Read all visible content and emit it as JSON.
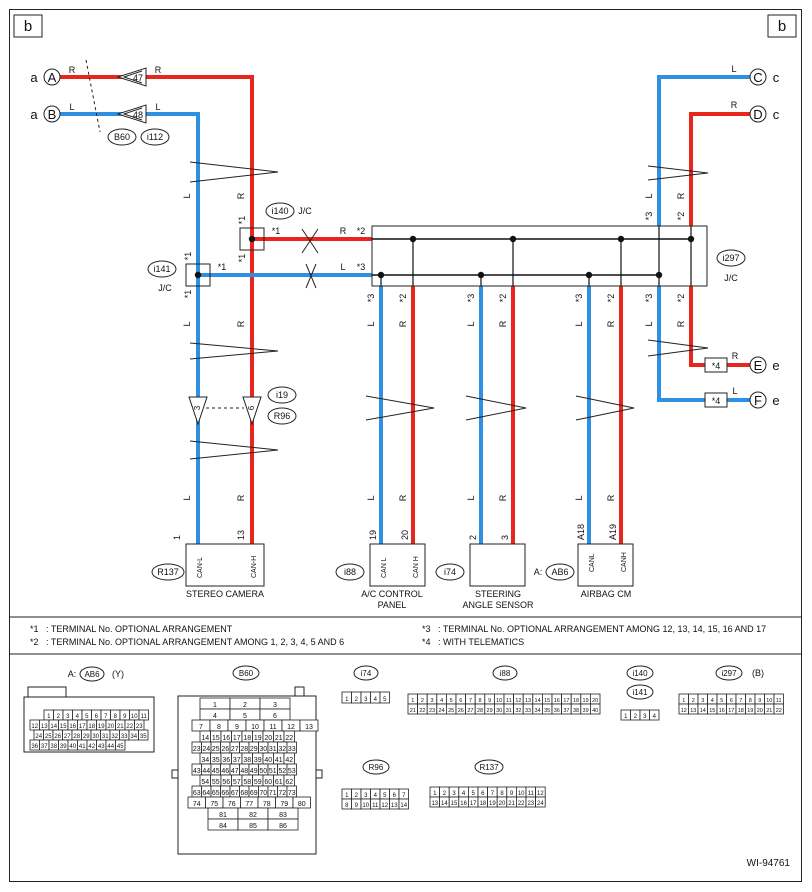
{
  "page_marker": "b",
  "figure_id": "WI-94761",
  "terminals_left": [
    {
      "side": "a",
      "letter": "A",
      "color": "R",
      "pin": "47"
    },
    {
      "side": "a",
      "letter": "B",
      "color": "L",
      "pin": "48"
    }
  ],
  "terminals_right": [
    {
      "side": "c",
      "letter": "C",
      "color": "L"
    },
    {
      "side": "c",
      "letter": "D",
      "color": "R"
    },
    {
      "side": "e",
      "letter": "E",
      "color": "R",
      "note": "*4"
    },
    {
      "side": "e",
      "letter": "F",
      "color": "L",
      "note": "*4"
    }
  ],
  "connectors_top": {
    "c1": "B60",
    "c2": "i112"
  },
  "jc": {
    "i140": "i140",
    "i141": "i141",
    "i297": "i297",
    "jc_label": "J/C",
    "star1": "*1",
    "star2": "*2",
    "star3": "*3",
    "star4": "*4"
  },
  "wire_labels": {
    "red": "R",
    "blue": "L"
  },
  "i19": {
    "id": "i19",
    "id2": "R96",
    "pin_l": "3",
    "pin_r": "6"
  },
  "stereo_camera": {
    "conn": "R137",
    "pin_l": "1",
    "pin_r": "13",
    "t1": "CAN-L",
    "t2": "CAN-H",
    "name": "STEREO CAMERA"
  },
  "ac_panel": {
    "conn": "i88",
    "pin_l": "19",
    "pin_r": "20",
    "t1": "CAN L",
    "t2": "CAN H",
    "name1": "A/C CONTROL",
    "name2": "PANEL"
  },
  "steering": {
    "conn": "i74",
    "pin_l": "2",
    "pin_r": "3",
    "name1": "STEERING",
    "name2": "ANGLE SENSOR"
  },
  "airbag": {
    "prefix": "A:",
    "conn": "AB6",
    "pin_l": "A18",
    "pin_r": "A19",
    "t1": "CANL",
    "t2": "CANH",
    "name": "AIRBAG CM"
  },
  "notes": [
    {
      "mark": "*1",
      "text": ": TERMINAL No. OPTIONAL ARRANGEMENT"
    },
    {
      "mark": "*2",
      "text": ": TERMINAL No. OPTIONAL ARRANGEMENT AMONG 1, 2, 3, 4, 5 AND 6"
    },
    {
      "mark": "*3",
      "text": ": TERMINAL No. OPTIONAL ARRANGEMENT AMONG 12, 13, 14, 15, 16 AND 17"
    },
    {
      "mark": "*4",
      "text": ": WITH TELEMATICS"
    }
  ],
  "connector_faces": {
    "ab6_prefix": "A:",
    "ab6": "AB6",
    "ab6_color": "(Y)",
    "ab6_rows": [
      [
        "1",
        "2",
        "3",
        "4",
        "5",
        "6",
        "7",
        "8",
        "9",
        "10",
        "11"
      ],
      [
        "12",
        "13",
        "14",
        "15",
        "16",
        "17",
        "18",
        "19",
        "20",
        "21",
        "22",
        "23"
      ],
      [
        "24",
        "25",
        "26",
        "27",
        "28",
        "29",
        "30",
        "31",
        "32",
        "33",
        "34",
        "35"
      ],
      [
        "36",
        "37",
        "38",
        "39",
        "40",
        "41",
        "42",
        "43",
        "44",
        "45"
      ]
    ],
    "b60": "B60",
    "b60_rows": [
      [
        "1",
        "2",
        "3"
      ],
      [
        "4",
        "5",
        "6"
      ],
      [
        "7",
        "8",
        "9",
        "10",
        "11",
        "12",
        "13"
      ],
      [
        "14",
        "15",
        "16",
        "17",
        "18",
        "19",
        "20",
        "21",
        "22"
      ],
      [
        "23",
        "24",
        "25",
        "26",
        "27",
        "28",
        "29",
        "30",
        "31",
        "32",
        "33"
      ],
      [
        "34",
        "35",
        "36",
        "37",
        "38",
        "39",
        "40",
        "41",
        "42"
      ],
      [
        "43",
        "44",
        "45",
        "46",
        "47",
        "48",
        "49",
        "50",
        "51",
        "52",
        "53"
      ],
      [
        "54",
        "55",
        "56",
        "57",
        "58",
        "59",
        "60",
        "61",
        "62"
      ],
      [
        "63",
        "64",
        "65",
        "66",
        "67",
        "68",
        "69",
        "70",
        "71",
        "72",
        "73"
      ],
      [
        "74",
        "75",
        "76",
        "77",
        "78",
        "79",
        "80"
      ],
      [
        "81",
        "82",
        "83"
      ],
      [
        "84",
        "85",
        "86"
      ]
    ],
    "i74": "i74",
    "i74_rows": [
      [
        "1",
        "2",
        "3",
        "4",
        "5"
      ]
    ],
    "i88": "i88",
    "i88_rows": [
      [
        "1",
        "2",
        "3",
        "4",
        "5",
        "6",
        "7",
        "8",
        "9",
        "10",
        "11",
        "12",
        "13",
        "14",
        "15",
        "16",
        "17",
        "18",
        "19",
        "20"
      ],
      [
        "21",
        "22",
        "23",
        "24",
        "25",
        "26",
        "27",
        "28",
        "29",
        "30",
        "31",
        "32",
        "33",
        "34",
        "35",
        "36",
        "37",
        "38",
        "39",
        "40"
      ]
    ],
    "i140": "i140",
    "i141": "i141",
    "i140_rows": [
      [
        "1",
        "2",
        "3",
        "4"
      ]
    ],
    "i297": "i297",
    "i297_color": "(B)",
    "i297_rows": [
      [
        "1",
        "2",
        "3",
        "4",
        "5",
        "6",
        "7",
        "8",
        "9",
        "10",
        "11"
      ],
      [
        "12",
        "13",
        "14",
        "15",
        "16",
        "17",
        "18",
        "19",
        "20",
        "21",
        "22"
      ]
    ],
    "r96": "R96",
    "r96_rows": [
      [
        "1",
        "2",
        "3",
        "4",
        "5",
        "6",
        "7"
      ],
      [
        "8",
        "9",
        "10",
        "11",
        "12",
        "13",
        "14"
      ]
    ],
    "r137": "R137",
    "r137_rows": [
      [
        "1",
        "2",
        "3",
        "4",
        "5",
        "6",
        "7",
        "8",
        "9",
        "10",
        "11",
        "12"
      ],
      [
        "13",
        "14",
        "15",
        "16",
        "17",
        "18",
        "19",
        "20",
        "21",
        "22",
        "23",
        "24"
      ]
    ]
  }
}
